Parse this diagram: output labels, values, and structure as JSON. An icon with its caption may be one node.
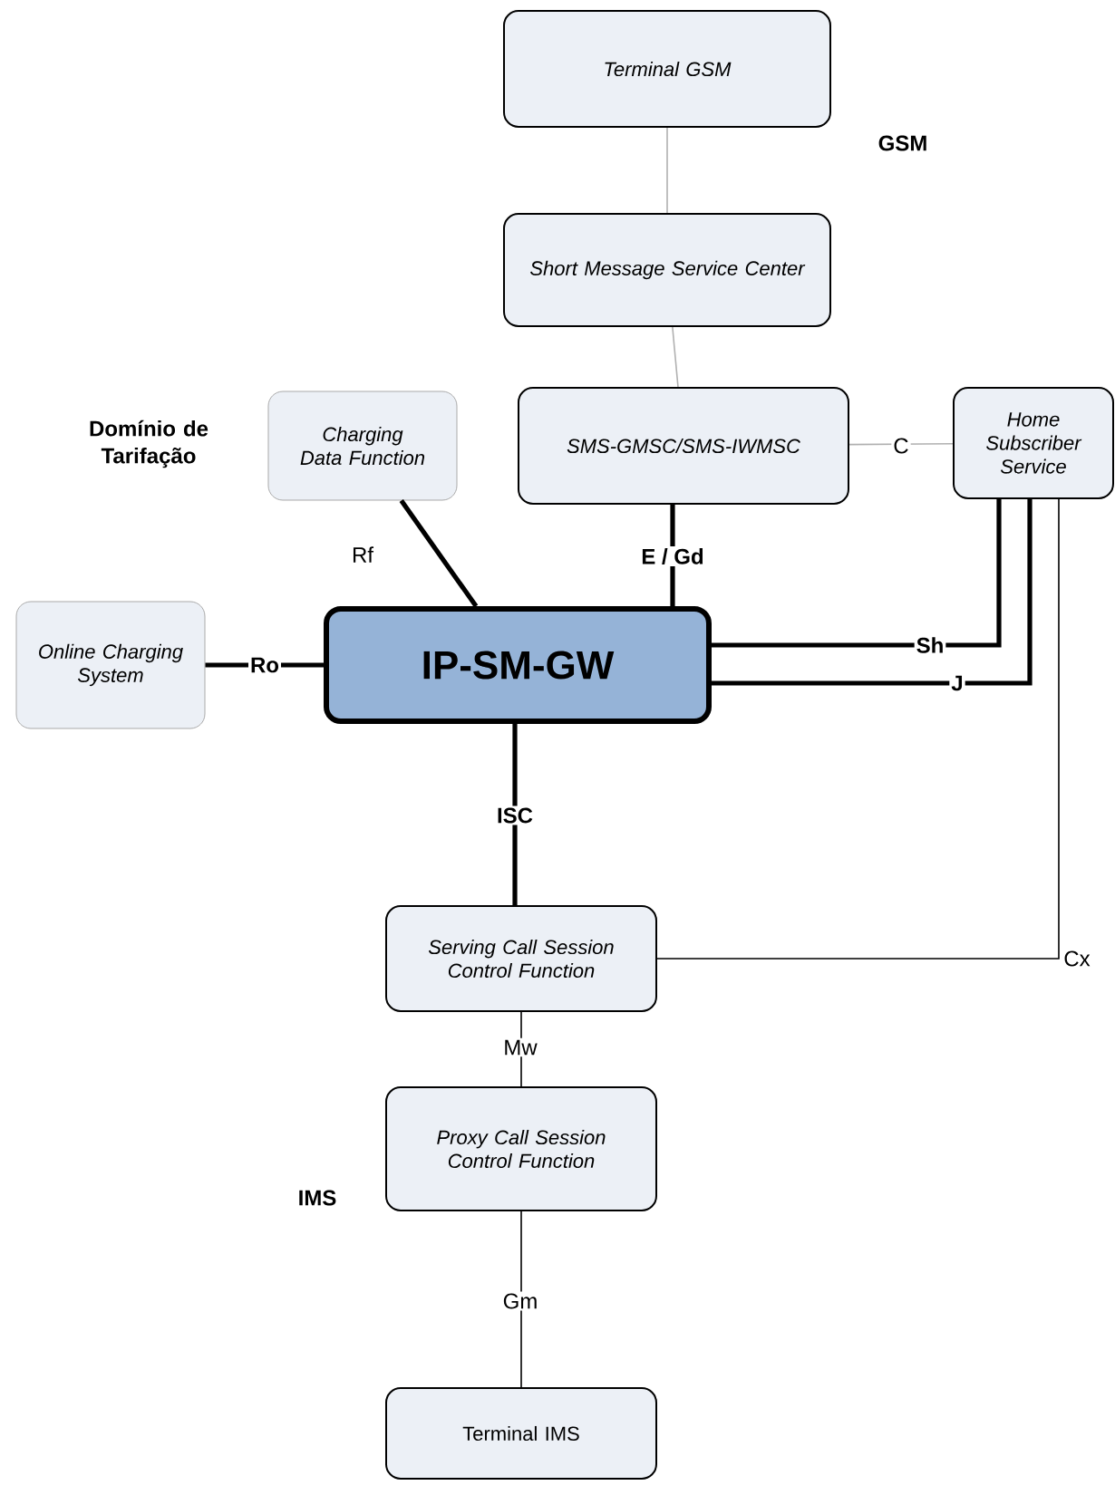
{
  "diagram": {
    "nodes": [
      {
        "text": [
          "Terminal GSM"
        ]
      },
      {
        "text": [
          "Short Message Service Center"
        ]
      },
      {
        "text": [
          "SMS-GMSC/SMS-IWMSC"
        ]
      },
      {
        "text": [
          "Home Subscriber Service"
        ]
      },
      {
        "text": [
          "Charging Data Function"
        ]
      },
      {
        "text": [
          "Online Charging System"
        ]
      },
      {
        "text": [
          "IP-SM-GW"
        ]
      },
      {
        "text": [
          "Serving Call Session Control Function"
        ]
      },
      {
        "text": [
          "Proxy Call Session Control Function"
        ]
      },
      {
        "text": [
          "Terminal IMS"
        ]
      }
    ],
    "edges": [
      {
        "from": 0,
        "to": 1,
        "arrow": "none",
        "color": "#b0b0b0"
      },
      {
        "from": 1,
        "to": 2,
        "arrow": "none",
        "color": "#b0b0b0"
      },
      {
        "from": 2,
        "to": 3,
        "arrow": "none",
        "label": "C",
        "color": "#b0b0b0"
      },
      {
        "from": 4,
        "to": 6,
        "arrow": "none",
        "label": "Rf",
        "style": "thick"
      },
      {
        "from": 2,
        "to": 6,
        "arrow": "none",
        "label": "E / Gd",
        "style": "thick"
      },
      {
        "from": 6,
        "to": 5,
        "arrow": "none",
        "label": "Ro",
        "style": "thick"
      },
      {
        "from": 6,
        "to": 3,
        "arrow": "none",
        "label": "Sh",
        "style": "thick"
      },
      {
        "from": 6,
        "to": 3,
        "arrow": "none",
        "label": "J",
        "style": "thick"
      },
      {
        "from": 6,
        "to": 7,
        "arrow": "none",
        "label": "ISC",
        "style": "thick"
      },
      {
        "from": 7,
        "to": 3,
        "arrow": "none",
        "label": "Cx"
      },
      {
        "from": 7,
        "to": 8,
        "arrow": "none",
        "label": "Mw"
      },
      {
        "from": 8,
        "to": 9,
        "arrow": "none",
        "label": "Gm"
      }
    ],
    "labels": [
      "GSM",
      "Domínio de Tarifação",
      "IMS"
    ]
  }
}
